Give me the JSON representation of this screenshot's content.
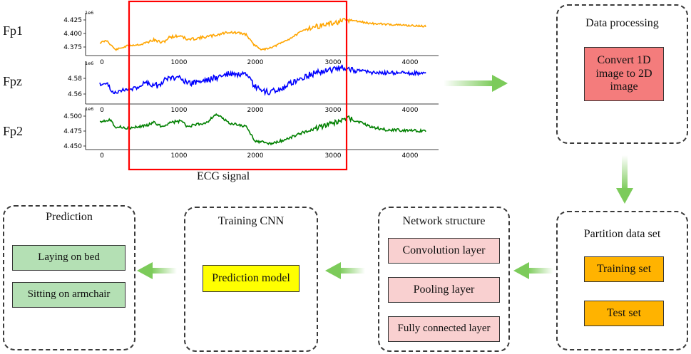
{
  "signals": {
    "channels": [
      {
        "label": "Fp1",
        "color": "#FFA500",
        "y_ticks": [
          "4.425",
          "4.400",
          "4.375"
        ],
        "exponent": "1e6"
      },
      {
        "label": "Fpz",
        "color": "#0000FF",
        "y_ticks": [
          "4.58",
          "4.56"
        ],
        "exponent": "1e6"
      },
      {
        "label": "Fp2",
        "color": "#008000",
        "y_ticks": [
          "4.500",
          "4.475",
          "4.450"
        ],
        "exponent": "1e6"
      }
    ],
    "x_ticks": [
      "0",
      "1000",
      "2000",
      "3000",
      "4000"
    ],
    "caption": "ECG signal",
    "highlight_color": "#FF0000"
  },
  "data_processing": {
    "title": "Data processing",
    "box": "Convert 1D image to 2D image",
    "box_color": "#F47C7C"
  },
  "partition": {
    "title": "Partition data set",
    "items": [
      "Training set",
      "Test set"
    ],
    "box_color": "#FFB300"
  },
  "network": {
    "title": "Network structure",
    "items": [
      "Convolution layer",
      "Pooling layer",
      "Fully connected layer"
    ],
    "box_color": "#F9D0D0"
  },
  "training": {
    "title": "Training CNN",
    "box": "Prediction model",
    "box_color": "#FFFF00"
  },
  "prediction": {
    "title": "Prediction",
    "items": [
      "Laying on bed",
      "Sitting on armchair"
    ],
    "box_color": "#B4E0B4"
  },
  "arrow_color": "#7CCB5A"
}
